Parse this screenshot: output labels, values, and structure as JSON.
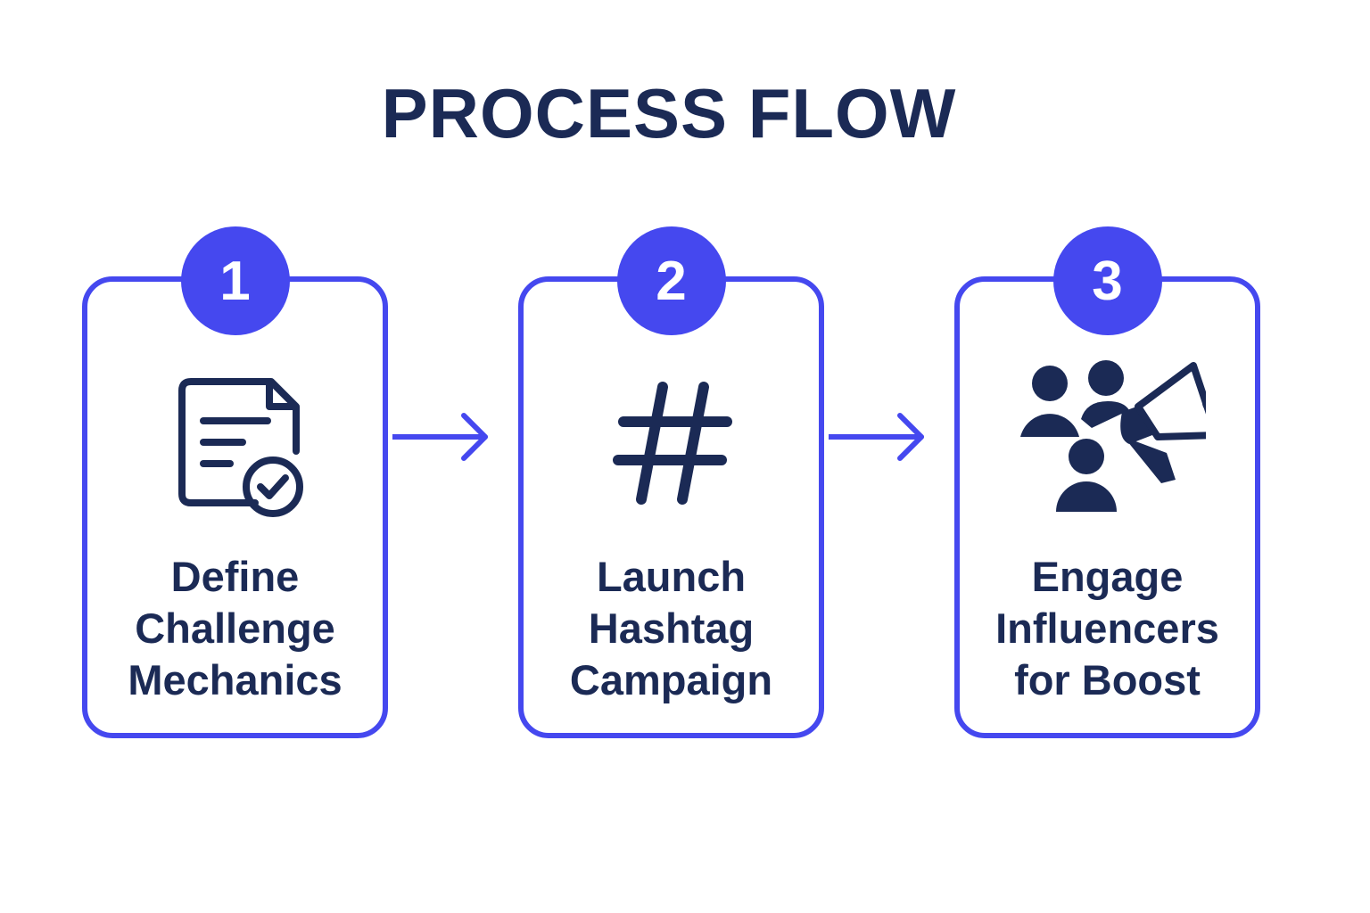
{
  "title": "PROCESS FLOW",
  "colors": {
    "accent": "#4548ef",
    "text": "#1b2a55",
    "background": "#ffffff"
  },
  "steps": [
    {
      "number": "1",
      "icon": "document-check-icon",
      "label_lines": [
        "Define",
        "Challenge",
        "Mechanics"
      ]
    },
    {
      "number": "2",
      "icon": "hashtag-icon",
      "label_lines": [
        "Launch",
        "Hashtag",
        "Campaign"
      ]
    },
    {
      "number": "3",
      "icon": "people-megaphone-icon",
      "label_lines": [
        "Engage",
        "Influencers",
        "for Boost"
      ]
    }
  ],
  "connectors": [
    {
      "from": "1",
      "to": "2",
      "icon": "arrow-right-icon"
    },
    {
      "from": "2",
      "to": "3",
      "icon": "arrow-right-icon"
    }
  ]
}
